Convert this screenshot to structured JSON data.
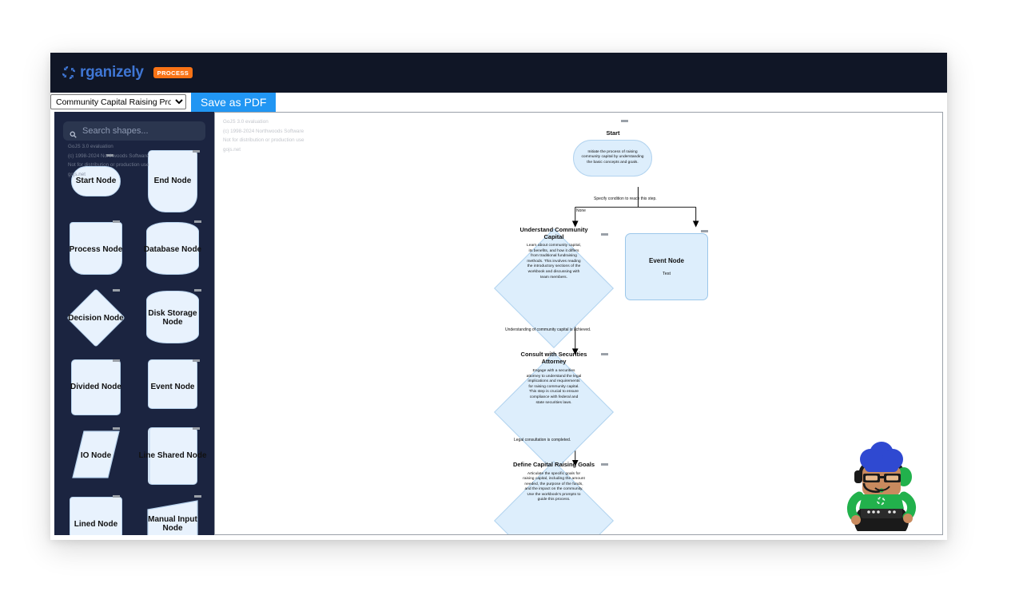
{
  "header": {
    "brand_word": "rganizely",
    "brand_badge": "PROCESS",
    "logo_icon": "pinwheel-icon",
    "brand_color": "#3f76d4",
    "badge_color": "#f97316",
    "bar_color": "#101626"
  },
  "toolbar": {
    "process_selected": "Community Capital Raising Process",
    "process_options": [
      "Community Capital Raising Process"
    ],
    "save_pdf_label": "Save as PDF",
    "save_pdf_color": "#2196f3"
  },
  "palette": {
    "search_placeholder": "Search shapes...",
    "search_value": "",
    "search_icon": "search-icon",
    "watermark": "GoJS 3.0 evaluation\n(c) 1998-2024 Northwoods Software\nNot for distribution or production use\ngojs.net",
    "items": [
      {
        "label": "Start Node",
        "shape": "capsule"
      },
      {
        "label": "End Node",
        "shape": "end"
      },
      {
        "label": "Process Node",
        "shape": "process"
      },
      {
        "label": "Database Node",
        "shape": "database"
      },
      {
        "label": "Decision Node",
        "shape": "diamond"
      },
      {
        "label": "Disk Storage Node",
        "shape": "database"
      },
      {
        "label": "Divided Node",
        "shape": "divided"
      },
      {
        "label": "Event Node",
        "shape": "square"
      },
      {
        "label": "IO Node",
        "shape": "parallelogram"
      },
      {
        "label": "Line Shared Node",
        "shape": "lineshared"
      },
      {
        "label": "Lined Node",
        "shape": "process"
      },
      {
        "label": "Manual Input Node",
        "shape": "manualinput"
      }
    ]
  },
  "canvas": {
    "watermark": "GoJS 3.0 evaluation\n(c) 1998-2024 Northwoods Software\nNot for distribution or production use\ngojs.net",
    "nodes": {
      "start": {
        "title": "Start",
        "body": "Initiate the process of raising community capital by understanding the basic concepts and goals."
      },
      "understand": {
        "title": "Understand Community Capital",
        "body": "Learn about community capital, its benefits, and how it differs from traditional fundraising methods. This involves reading the introductory sections of the workbook and discussing with team members."
      },
      "event": {
        "title": "Event Node",
        "subtitle": "Test"
      },
      "attorney": {
        "title": "Consult with Securities Attorney",
        "body": "Engage with a securities attorney to understand the legal implications and requirements for raising community capital. This step is crucial to ensure compliance with federal and state securities laws."
      },
      "goals": {
        "title": "Define Capital Raising Goals",
        "body": "Articulate the specific goals for raising capital, including the amount needed, the purpose of the funds, and the impact on the community. Use the workbook's prompts to guide this process."
      }
    },
    "link_labels": {
      "specify_condition": "Specify condition to reach this step.",
      "none": "None",
      "understanding_achieved": "Understanding of community capital is achieved.",
      "legal_completed": "Legal consultation is completed."
    },
    "node_colors": {
      "fill": "#ddeefc",
      "stroke": "#b2d3ef"
    }
  },
  "avatar": {
    "name": "support-bot-avatar",
    "hair_color": "#2f49d1",
    "shirt_color": "#22b14c",
    "body_color": "#1a1a1a"
  }
}
